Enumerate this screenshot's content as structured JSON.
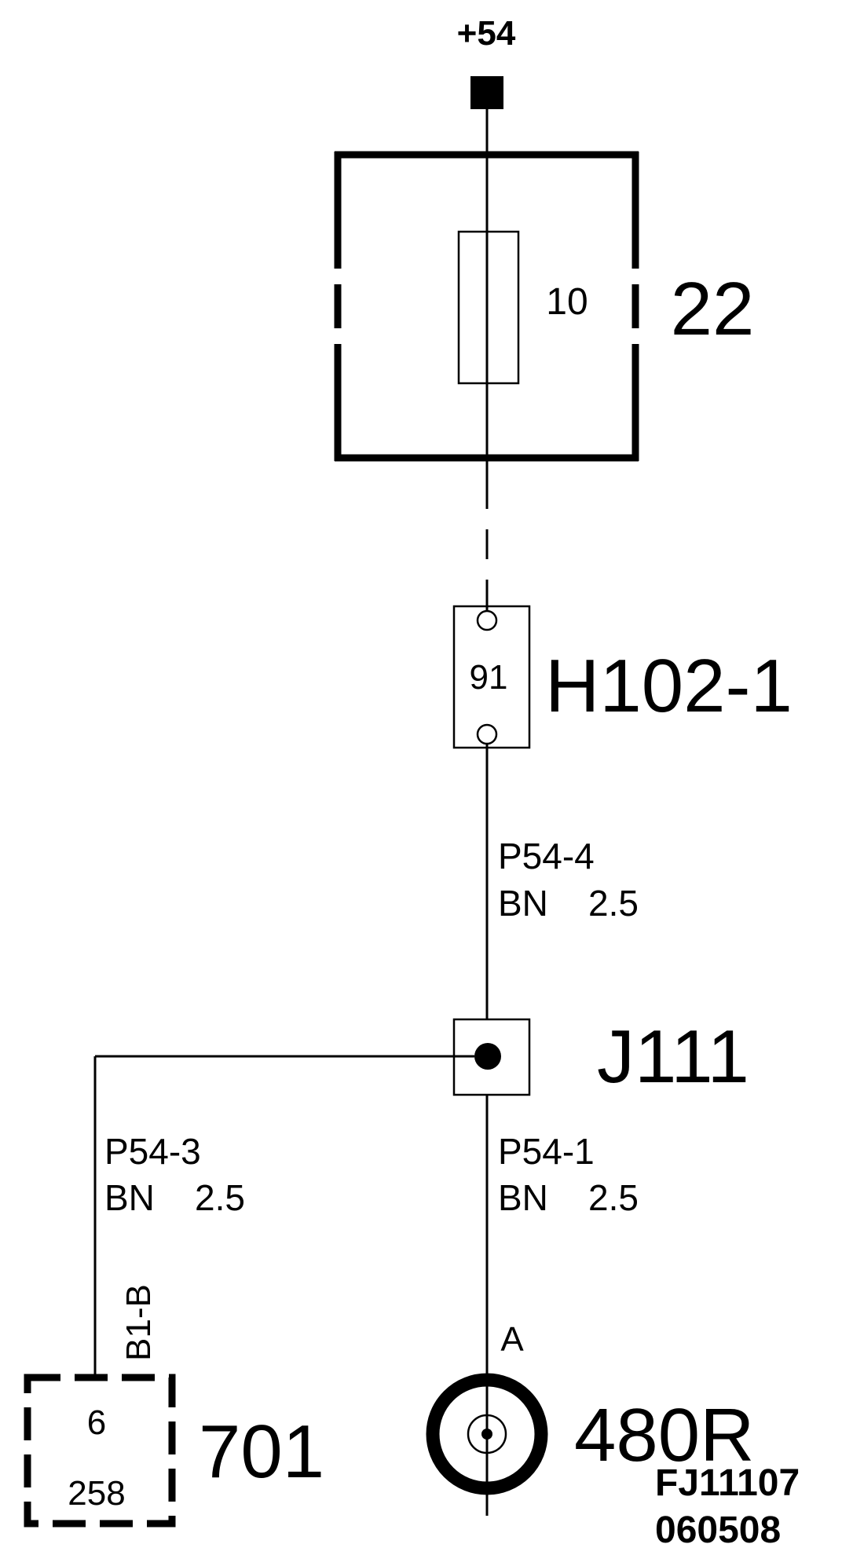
{
  "supply": {
    "label": "+54"
  },
  "fuse_box": {
    "id": "22",
    "fuse_rating": "10"
  },
  "connector_h102": {
    "id": "H102-1",
    "pin": "91"
  },
  "wire_top": {
    "code": "P54-4",
    "spec": "BN    2.5"
  },
  "junction": {
    "id": "J111"
  },
  "wire_left": {
    "code": "P54-3",
    "spec": "BN    2.5"
  },
  "wire_right": {
    "code": "P54-1",
    "spec": "BN    2.5"
  },
  "component_701": {
    "id": "701",
    "pin": "6",
    "ref": "258",
    "pin_label": "B1-B"
  },
  "ground_480r": {
    "id": "480R",
    "pin_label": "A"
  },
  "drawing_ref": {
    "code": "FJ11107",
    "date": "060508"
  }
}
